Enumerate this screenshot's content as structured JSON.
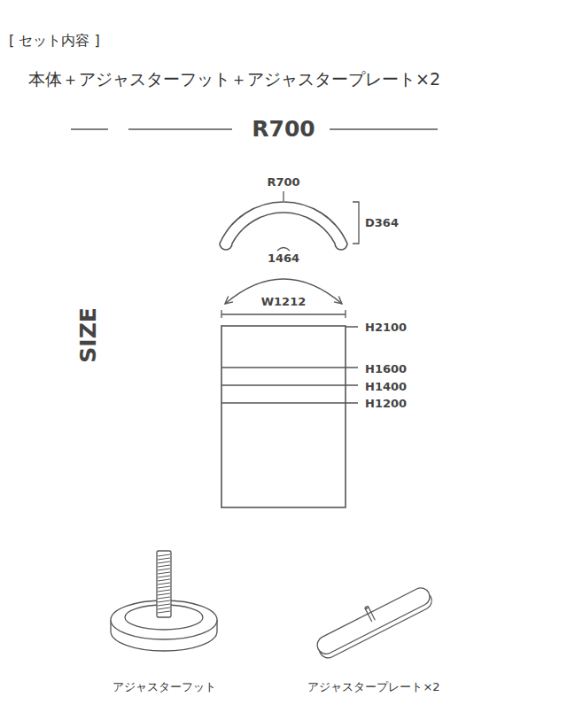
{
  "diagram": {
    "title": "R700",
    "labels": [
      "[ セット内容 ]",
      "本体＋アジャスターフット＋アジャスタープレート×2",
      "R700",
      "D364",
      "1464",
      "W1212",
      "SIZE",
      "H2100",
      "H1600",
      "H1400",
      "H1200",
      "アジャスターフット",
      "アジャスタープレート×2"
    ]
  }
}
